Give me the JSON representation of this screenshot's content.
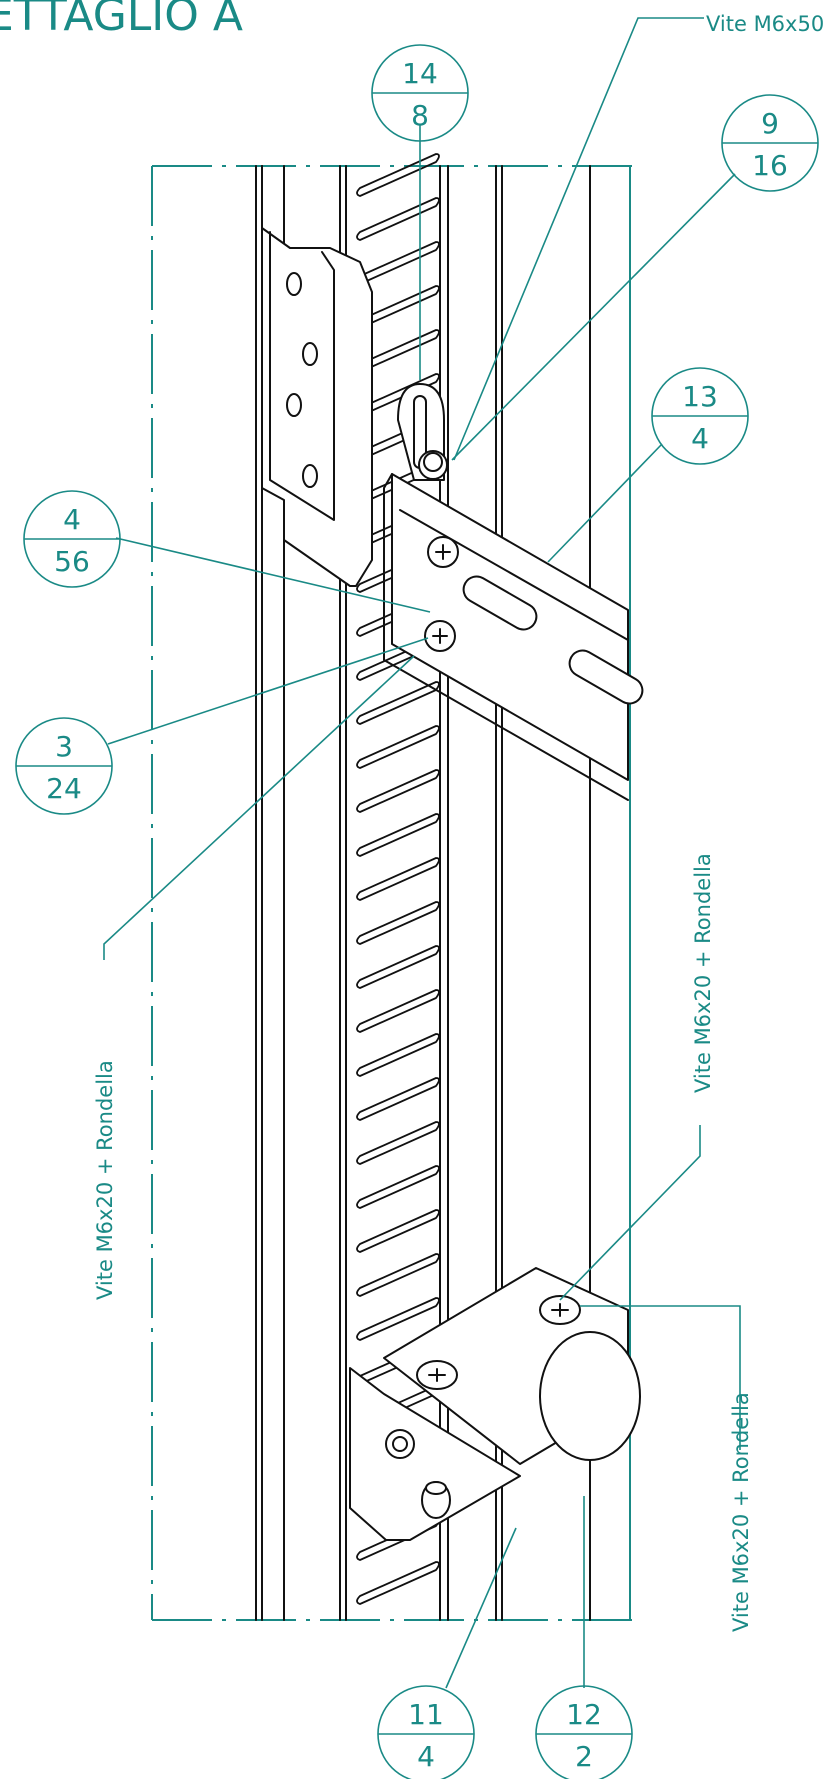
{
  "title": "ETTAGLIO A",
  "callouts": [
    {
      "id": "b14",
      "top": "14",
      "bottom": "8"
    },
    {
      "id": "b9",
      "top": "9",
      "bottom": "16"
    },
    {
      "id": "b13",
      "top": "13",
      "bottom": "4"
    },
    {
      "id": "b4",
      "top": "4",
      "bottom": "56"
    },
    {
      "id": "b3",
      "top": "3",
      "bottom": "24"
    },
    {
      "id": "b11",
      "top": "11",
      "bottom": "4"
    },
    {
      "id": "b12",
      "top": "12",
      "bottom": "2"
    }
  ],
  "notes": {
    "screw_m6x50": "Vite M6x50",
    "screw_left": "Vite M6x20 + Rondella",
    "screw_right_upper": "Vite M6x20 + Rondella",
    "screw_right_lower": "Vite M6x20 + Rondella"
  },
  "colors": {
    "annotation": "#1a8a86",
    "line": "#111111"
  }
}
